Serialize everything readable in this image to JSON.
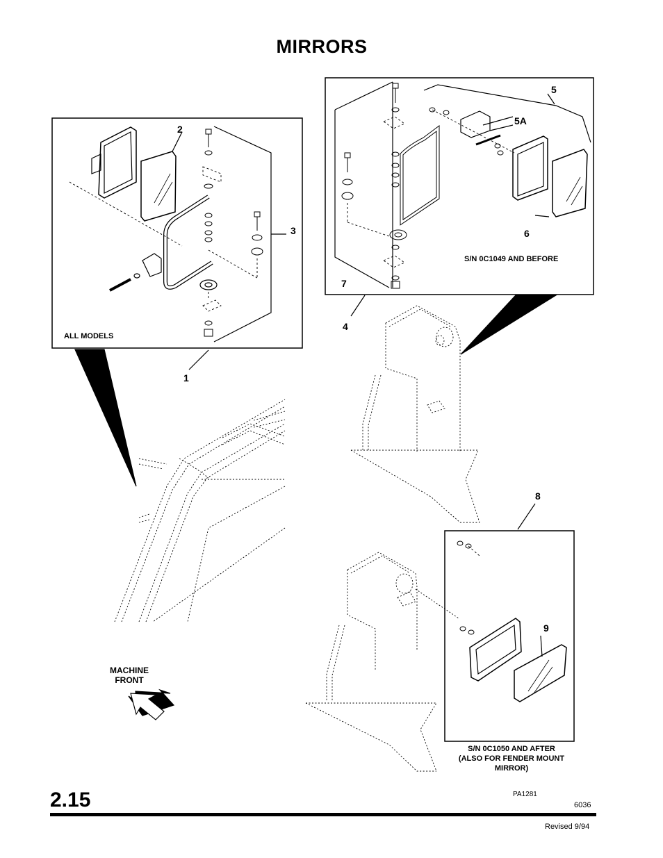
{
  "page": {
    "title": "MIRRORS",
    "section_number": "2.15",
    "figure_id": "PA1281",
    "doc_number": "6036",
    "revision": "Revised 9/94"
  },
  "panels": {
    "all_models": {
      "caption": "ALL MODELS"
    },
    "sn_before": {
      "caption": "S/N 0C1049 AND BEFORE"
    },
    "sn_after": {
      "caption_lines": [
        "S/N 0C1050 AND AFTER",
        "(ALSO FOR FENDER MOUNT",
        "MIRROR)"
      ]
    }
  },
  "callouts": [
    "1",
    "2",
    "3",
    "4",
    "5",
    "5A",
    "6",
    "7",
    "8",
    "9"
  ],
  "direction": {
    "line1": "MACHINE",
    "line2": "FRONT"
  }
}
